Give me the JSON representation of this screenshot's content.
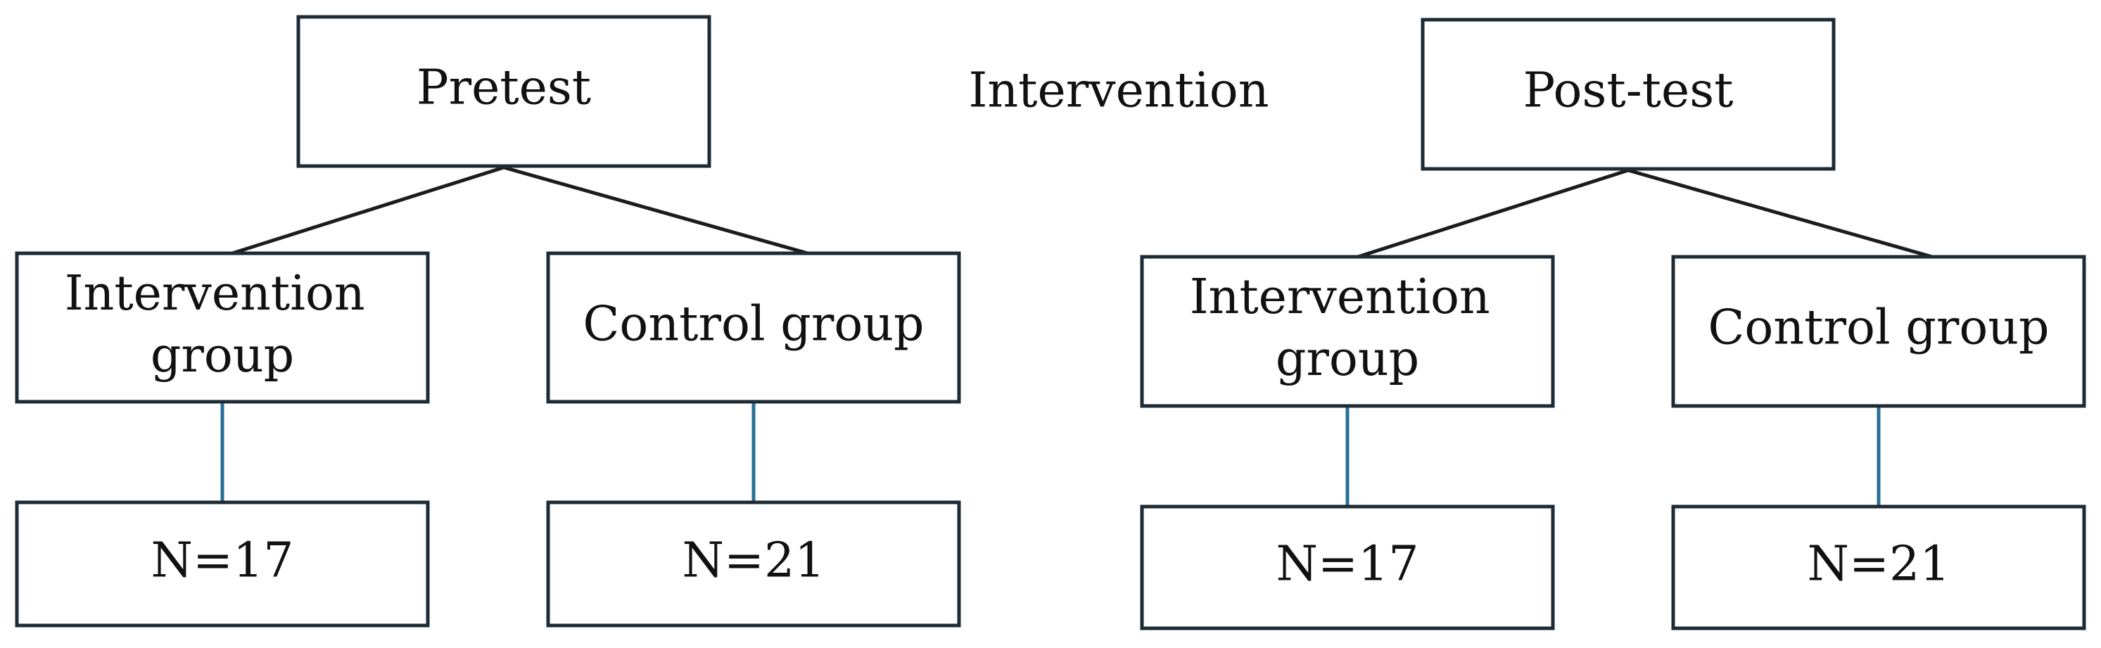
{
  "pretest": {
    "title": "Pretest",
    "intervention_group": [
      "Intervention",
      "group"
    ],
    "control_group": "Control group",
    "intervention_n": "N=17",
    "control_n": "N=21"
  },
  "middle_label": "Intervention",
  "posttest": {
    "title": "Post-test",
    "intervention_group": [
      "Intervention",
      "group"
    ],
    "control_group": "Control group",
    "intervention_n": "N=17",
    "control_n": "N=21"
  },
  "colors": {
    "box_stroke": "#1c2b36",
    "connector_dark": "#1c1c1c",
    "connector_blue": "#2a6f97"
  }
}
